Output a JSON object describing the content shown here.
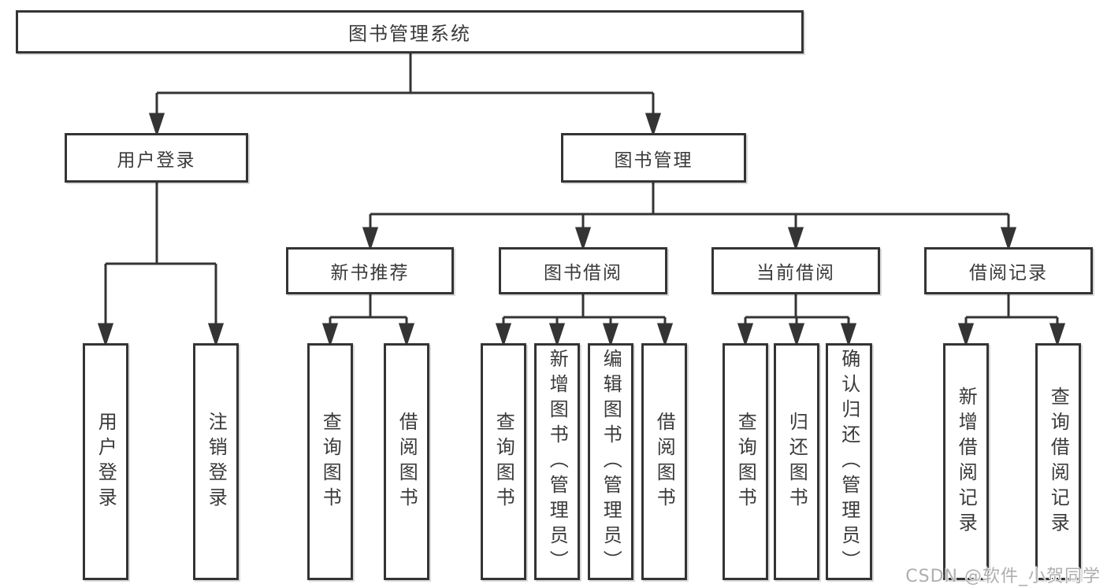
{
  "tree": {
    "root": {
      "label": "图书管理系统"
    },
    "branches": [
      {
        "label": "用户登录",
        "children": [
          {
            "label": "用户登录"
          },
          {
            "label": "注销登录"
          }
        ]
      },
      {
        "label": "图书管理",
        "children": [
          {
            "label": "新书推荐",
            "children": [
              {
                "label": "查询图书"
              },
              {
                "label": "借阅图书"
              }
            ]
          },
          {
            "label": "图书借阅",
            "children": [
              {
                "label": "查询图书"
              },
              {
                "label": "新增图书（管理员）"
              },
              {
                "label": "编辑图书（管理员）"
              },
              {
                "label": "借阅图书"
              }
            ]
          },
          {
            "label": "当前借阅",
            "children": [
              {
                "label": "查询图书"
              },
              {
                "label": "归还图书"
              },
              {
                "label": "确认归还（管理员）"
              }
            ]
          },
          {
            "label": "借阅记录",
            "children": [
              {
                "label": "新增借阅记录"
              },
              {
                "label": "查询借阅记录"
              }
            ]
          }
        ]
      }
    ]
  },
  "watermark": {
    "text": "CSDN @软件_小贺同学"
  },
  "colors": {
    "line": "#343434",
    "text": "#3a3a3a",
    "background": "#ffffff",
    "watermark": "#aeaeae"
  }
}
